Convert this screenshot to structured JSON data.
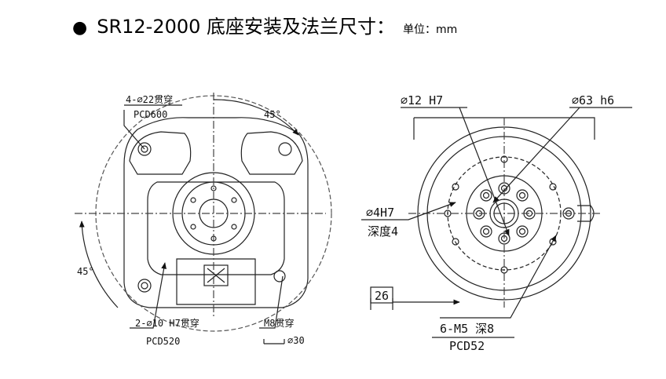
{
  "title": {
    "bullet": "●",
    "text": "SR12-2000 底座安装及法兰尺寸：",
    "unit": "单位：mm"
  },
  "left_view": {
    "holes_label": "4-∅22贯穿",
    "holes_pcd": "PCD600",
    "angle_top": "45°",
    "angle_left": "45°",
    "pin_label": "2-∅10 H7贯穿",
    "pin_pcd": "PCD520",
    "thread_label": "M8贯穿",
    "thread_depth": "∅30"
  },
  "right_view": {
    "bore_label": "∅12 H7",
    "spigot_label": "∅63 h6",
    "pin_label": "∅4H7",
    "pin_depth": "深度4",
    "dim_26": "26",
    "thread_label": "6-M5 深8",
    "thread_pcd": "PCD52"
  }
}
